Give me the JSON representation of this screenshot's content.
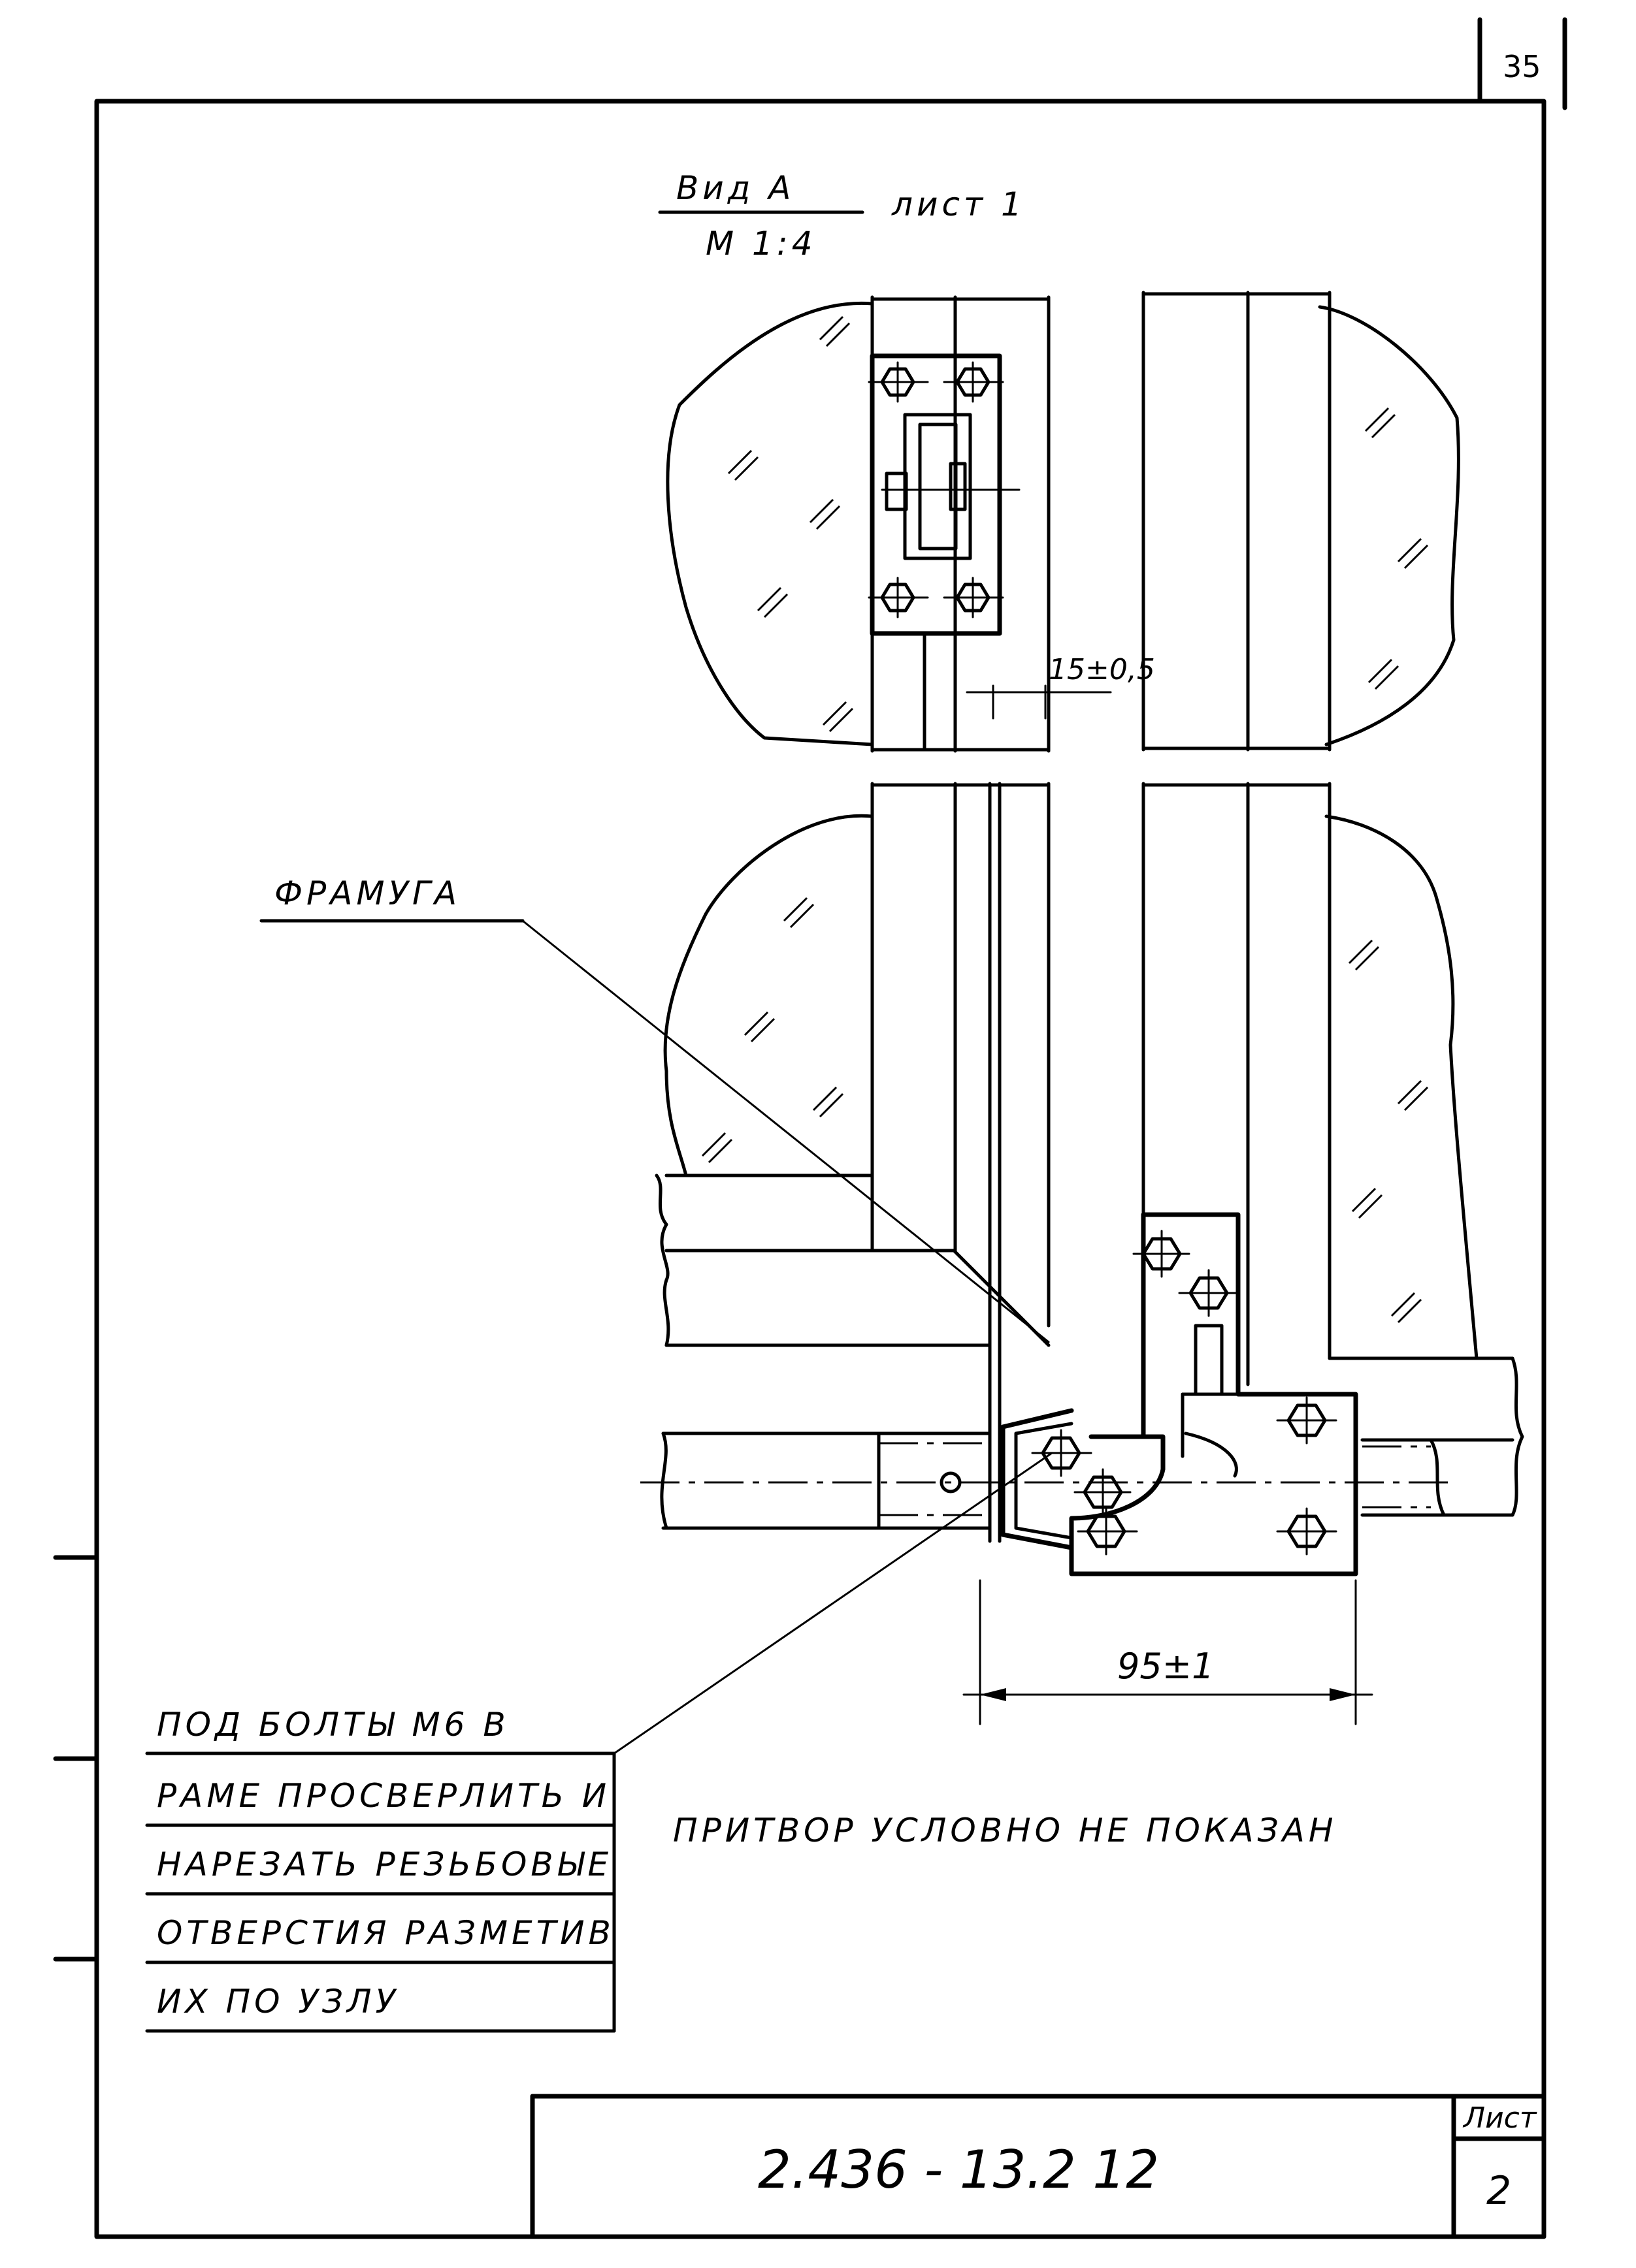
{
  "sheet": {
    "corner_number": "35",
    "view_title": "Вид А",
    "scale": "М 1:4",
    "sheet_ref": "лист 1",
    "dimension_gap": "15±0,5",
    "dimension_width": "95±1",
    "label_transom": "ФРАМУГА",
    "note_lines": [
      "ПОД  БОЛТЫ М6  В",
      "РАМЕ  ПРОСВЕРЛИТЬ И",
      "НАРЕЗАТЬ  РЕЗЬБОВЫЕ",
      "ОТВЕРСТИЯ  РАЗМЕТИВ",
      "ИХ  ПО  УЗЛУ"
    ],
    "remark": "ПРИТВОР  УСЛОВНО  НЕ  ПОКАЗАН",
    "doc_code": "2.436 - 13.2 12",
    "sheet_label": "Лист",
    "sheet_number": "2"
  }
}
